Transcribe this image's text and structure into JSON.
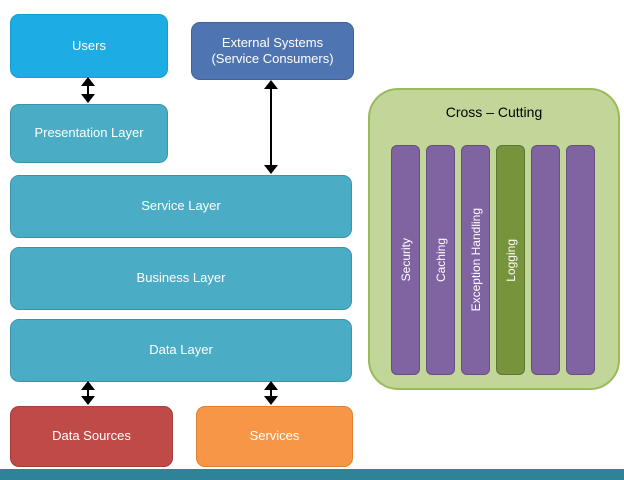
{
  "diagram": {
    "boxes": {
      "users": {
        "label": "Users",
        "color": "#1CADE4"
      },
      "external_systems": {
        "line1": "External Systems",
        "line2": "(Service Consumers)",
        "color": "#4E74B2"
      },
      "presentation_layer": {
        "label": "Presentation Layer",
        "color": "#4BACC6"
      },
      "service_layer": {
        "label": "Service Layer",
        "color": "#4BACC6"
      },
      "business_layer": {
        "label": "Business Layer",
        "color": "#4BACC6"
      },
      "data_layer": {
        "label": "Data Layer",
        "color": "#4BACC6"
      },
      "data_sources": {
        "label": "Data Sources",
        "color": "#BE4B48"
      },
      "services": {
        "label": "Services",
        "color": "#F79646"
      }
    },
    "cross_cutting": {
      "title": "Cross – Cutting",
      "bg_color": "#C2D69A",
      "border_color": "#9ABB59",
      "bars": [
        {
          "label": "Security",
          "color": "#8064A2"
        },
        {
          "label": "Caching",
          "color": "#8064A2"
        },
        {
          "label": "Exception Handling",
          "color": "#8064A2"
        },
        {
          "label": "Logging",
          "color": "#77933C"
        },
        {
          "label": "",
          "color": "#8064A2"
        },
        {
          "label": "",
          "color": "#8064A2"
        }
      ]
    },
    "accents": {
      "arrow_color": "#000000",
      "bottom_strip_color": "#2F8399"
    }
  }
}
